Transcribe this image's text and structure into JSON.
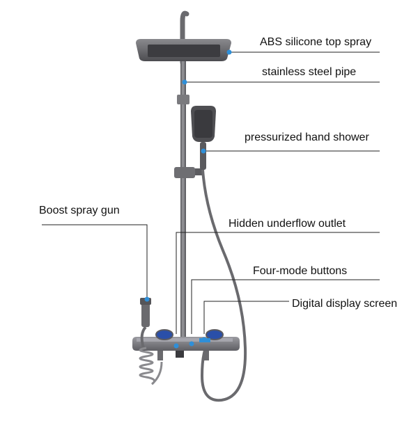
{
  "labels": {
    "top_spray": "ABS silicone top spray",
    "pipe": "stainless steel pipe",
    "hand_shower": "pressurized hand shower",
    "boost_gun": "Boost spray gun",
    "underflow": "Hidden underflow outlet",
    "buttons": "Four-mode buttons",
    "display": "Digital display screen"
  },
  "colors": {
    "metal": "#6e6e72",
    "metal_dark": "#4a4a4e",
    "accent_blue": "#2f8fd8",
    "button_blue": "#2a4fa8",
    "leader": "#222222"
  }
}
